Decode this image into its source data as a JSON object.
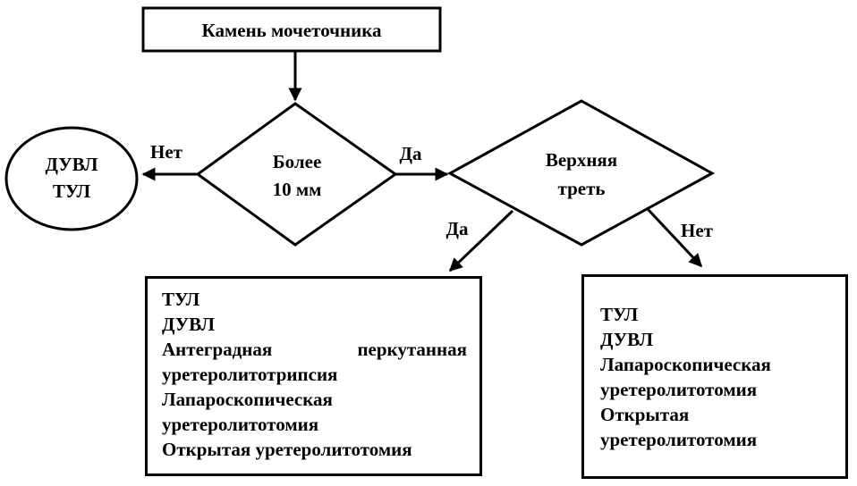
{
  "start": {
    "label": "Камень мочеточника"
  },
  "decision1": {
    "line1": "Более",
    "line2": "10 мм"
  },
  "decision2": {
    "line1": "Верхняя",
    "line2": "треть"
  },
  "oval": {
    "line1": "ДУВЛ",
    "line2": "ТУЛ"
  },
  "edges": {
    "no_left": "Нет",
    "yes_right": "Да",
    "yes_down": "Да",
    "no_down": "Нет"
  },
  "box_left": {
    "lines": [
      "ТУЛ",
      "ДУВЛ",
      "Антеградная",
      "перкутанная",
      "уретеролитотрипсия",
      "Лапароскопическая",
      "уретеролитотомия",
      "Открытая уретеролитотомия"
    ]
  },
  "box_right": {
    "lines": [
      "ТУЛ",
      "ДУВЛ",
      "Лапароскопическая",
      "уретеролитотомия",
      "Открытая",
      "уретеролитотомия"
    ]
  }
}
